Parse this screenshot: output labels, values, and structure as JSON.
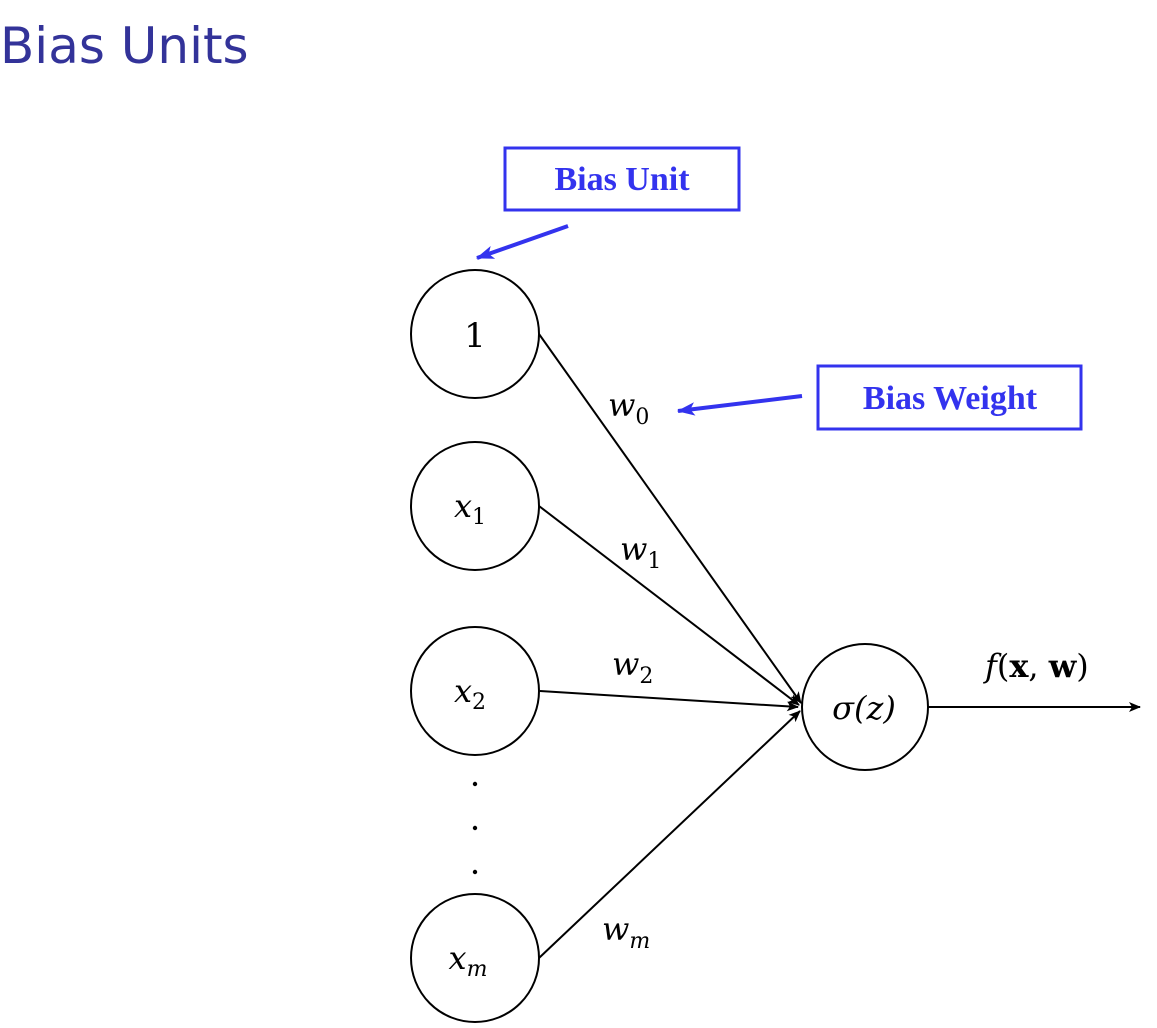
{
  "title": "Bias Units",
  "colors": {
    "title": "#333399",
    "callout": "#3333ee",
    "stroke": "#000000"
  },
  "inputs": [
    {
      "id": "bias",
      "label": "1",
      "sub": ""
    },
    {
      "id": "x1",
      "label": "x",
      "sub": "1"
    },
    {
      "id": "x2",
      "label": "x",
      "sub": "2"
    },
    {
      "id": "xm",
      "label": "x",
      "sub": "m"
    }
  ],
  "weights": [
    {
      "id": "w0",
      "label": "w",
      "sub": "0"
    },
    {
      "id": "w1",
      "label": "w",
      "sub": "1"
    },
    {
      "id": "w2",
      "label": "w",
      "sub": "2"
    },
    {
      "id": "wm",
      "label": "w",
      "sub": "m"
    }
  ],
  "ellipsis": "· · ·",
  "activation": {
    "label": "σ(z)"
  },
  "output": {
    "label_f": "f",
    "label_open": "(",
    "label_x": "x",
    "label_comma": ", ",
    "label_w": "w",
    "label_close": ")"
  },
  "callouts": {
    "bias_unit": "Bias Unit",
    "bias_weight": "Bias Weight"
  }
}
